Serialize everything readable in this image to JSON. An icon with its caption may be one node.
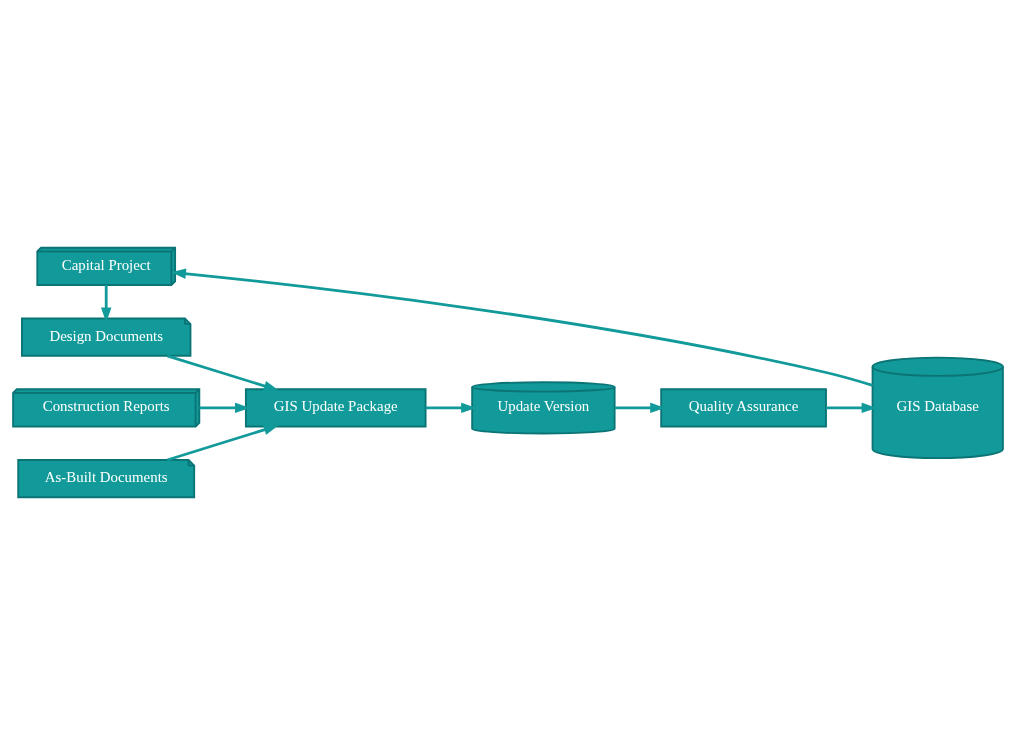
{
  "diagram": {
    "nodes": [
      {
        "text": [
          "Capital Project"
        ]
      },
      {
        "text": [
          "Design Documents"
        ]
      },
      {
        "text": [
          "Construction Reports"
        ]
      },
      {
        "text": [
          "As-Built Documents"
        ]
      },
      {
        "text": [
          "GIS Update Package"
        ]
      },
      {
        "text": [
          "Update Version"
        ]
      },
      {
        "text": [
          "Quality Assurance"
        ]
      },
      {
        "text": [
          "GIS Database"
        ]
      }
    ],
    "edges": [
      {
        "from": 0,
        "to": 1,
        "arrow": "to"
      },
      {
        "from": 1,
        "to": 4,
        "arrow": "to"
      },
      {
        "from": 2,
        "to": 4,
        "arrow": "to"
      },
      {
        "from": 3,
        "to": 4,
        "arrow": "to"
      },
      {
        "from": 4,
        "to": 5,
        "arrow": "to"
      },
      {
        "from": 5,
        "to": 6,
        "arrow": "to"
      },
      {
        "from": 6,
        "to": 7,
        "arrow": "to"
      },
      {
        "from": 7,
        "to": 0,
        "arrow": "to"
      }
    ]
  }
}
